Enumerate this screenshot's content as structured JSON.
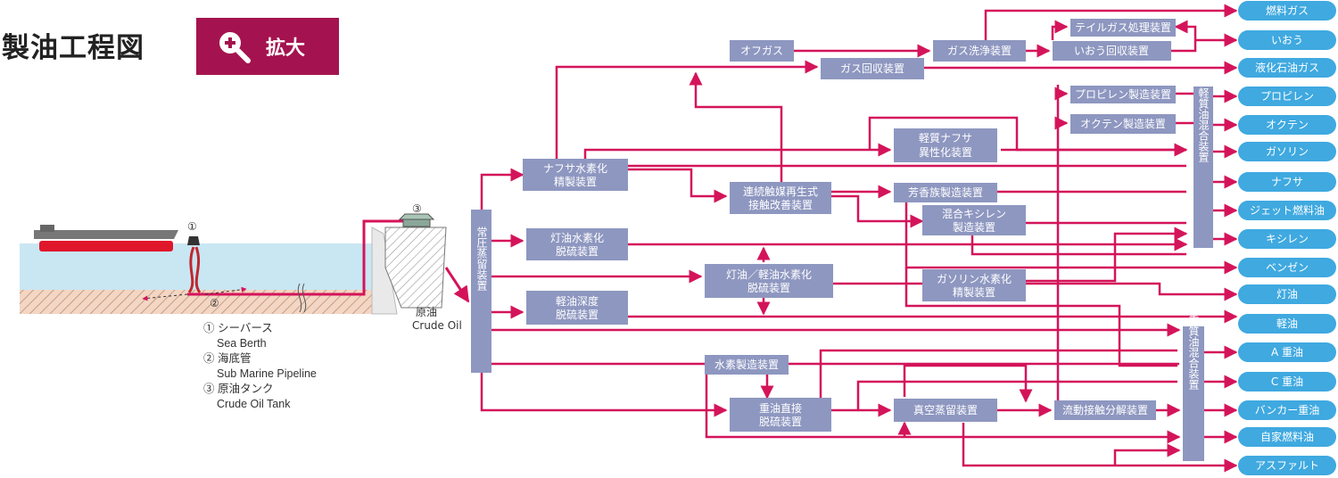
{
  "title": "製油工程図",
  "zoom_button": {
    "label": "拡大",
    "icon": "zoom-in-icon"
  },
  "colors": {
    "accent": "#a4134f",
    "flow": "#d4145a",
    "process_box": "#8e97c0",
    "product_box": "#3fa9e0",
    "sea": "#c9e6f3",
    "seabed": "#f0c8b0"
  },
  "legend": [
    {
      "num": "①",
      "ja": "シーバース",
      "en": "Sea Berth"
    },
    {
      "num": "②",
      "ja": "海底管",
      "en": "Sub Marine Pipeline"
    },
    {
      "num": "③",
      "ja": "原油タンク",
      "en": "Crude Oil Tank"
    }
  ],
  "scene_labels": {
    "berth_num": "①",
    "pipe_num": "②",
    "tank_num": "③",
    "crude_ja": "原油",
    "crude_en": "Crude Oil"
  },
  "processes": {
    "atmospheric": "常圧蒸留装置",
    "offgas": "オフガス",
    "gas_wash": "ガス洗浄装置",
    "tailgas": "テイルガス処理装置",
    "sulfur": "いおう回収装置",
    "gas_recovery": "ガス回収装置",
    "propylene": "プロピレン製造装置",
    "octene": "オクテン製造装置",
    "naphtha_hdt": [
      "ナフサ水素化",
      "精製装置"
    ],
    "light_naphtha": [
      "軽質ナフサ",
      "異性化装置"
    ],
    "reformer": [
      "連続触媒再生式",
      "接触改善装置"
    ],
    "aromatics": "芳香族製造装置",
    "xylene": [
      "混合キシレン",
      "製造装置"
    ],
    "kero_hds": [
      "灯油水素化",
      "脱硫装置"
    ],
    "kero_gasoil_hds": [
      "灯油／軽油水素化",
      "脱硫装置"
    ],
    "gasoline_hdt": [
      "ガソリン水素化",
      "精製装置"
    ],
    "gasoil_deep": [
      "軽油深度",
      "脱硫装置"
    ],
    "hydrogen": "水素製造装置",
    "resid_hds": [
      "重油直接",
      "脱硫装置"
    ],
    "vacuum": "真空蒸留装置",
    "fcc": "流動接触分解装置",
    "light_blend": "軽質油混合装置",
    "heavy_blend": "重質油混合装置"
  },
  "products": [
    "燃料ガス",
    "いおう",
    "液化石油ガス",
    "プロピレン",
    "オクテン",
    "ガソリン",
    "ナフサ",
    "ジェット燃料油",
    "キシレン",
    "ベンゼン",
    "灯油",
    "軽油",
    "A 重油",
    "C 重油",
    "バンカー重油",
    "自家燃料油",
    "アスファルト"
  ]
}
